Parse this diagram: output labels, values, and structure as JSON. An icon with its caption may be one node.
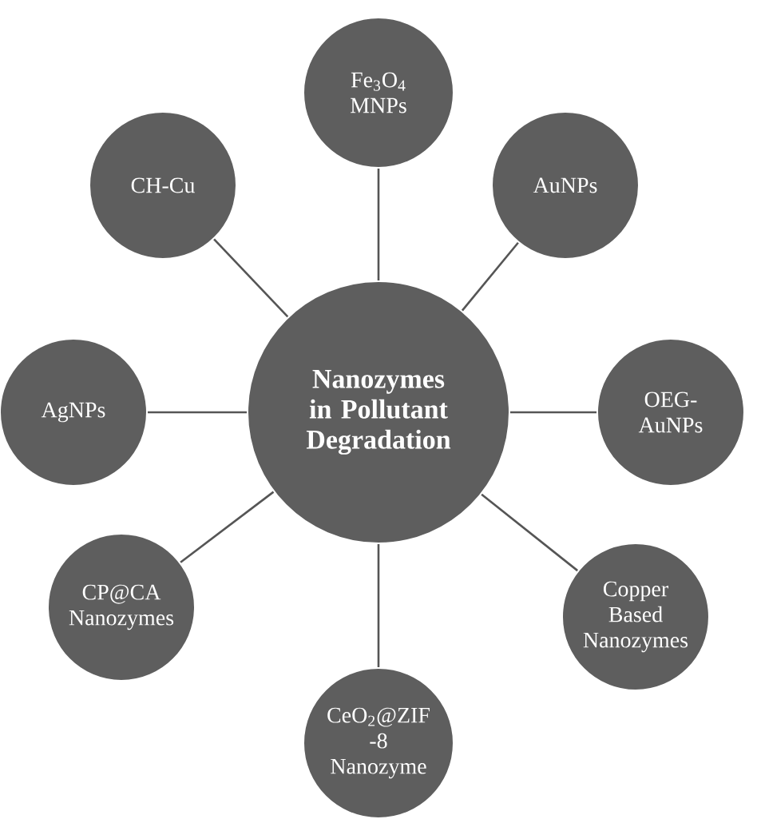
{
  "diagram": {
    "nodes": [
      {
        "text": [
          "Nanozymes in Pollutant Degradation"
        ]
      },
      {
        "text": [
          "Fe$_{3}$O$_{4}$ MNPs"
        ]
      },
      {
        "text": [
          "AuNPs"
        ]
      },
      {
        "text": [
          "OEG- AuNPs"
        ]
      },
      {
        "text": [
          "Copper Based Nanozymes"
        ]
      },
      {
        "text": [
          "CeO$_{2}$@ZIF -8 Nanozyme"
        ]
      },
      {
        "text": [
          "CP@CA Nanozymes"
        ]
      },
      {
        "text": [
          "AgNPs"
        ]
      },
      {
        "text": [
          "CH-Cu"
        ]
      }
    ],
    "edges": [
      {
        "from": 0,
        "to": 1,
        "arrow": "none"
      },
      {
        "from": 0,
        "to": 2,
        "arrow": "none"
      },
      {
        "from": 0,
        "to": 3,
        "arrow": "none"
      },
      {
        "from": 0,
        "to": 4,
        "arrow": "none"
      },
      {
        "from": 0,
        "to": 5,
        "arrow": "none"
      },
      {
        "from": 0,
        "to": 6,
        "arrow": "none"
      },
      {
        "from": 0,
        "to": 7,
        "arrow": "none"
      },
      {
        "from": 0,
        "to": 8,
        "arrow": "none"
      }
    ]
  }
}
